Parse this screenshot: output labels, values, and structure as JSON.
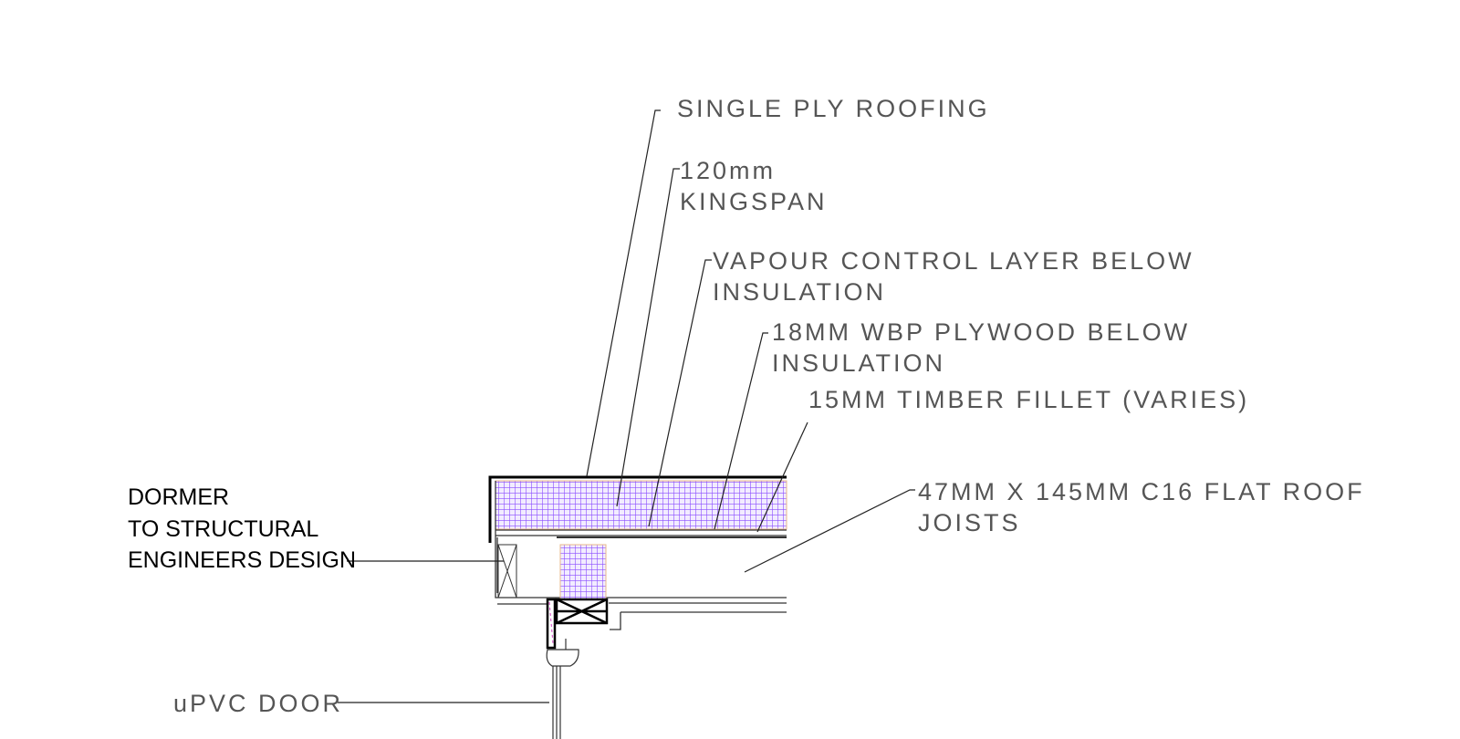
{
  "labels": {
    "single_ply": "SINGLE PLY ROOFING",
    "kingspan_1": "120mm",
    "kingspan_2": "KINGSPAN",
    "vcl_1": "VAPOUR CONTROL LAYER BELOW",
    "vcl_2": "INSULATION",
    "plywood_1": "18MM WBP PLYWOOD BELOW",
    "plywood_2": "INSULATION",
    "fillet": "15MM TIMBER FILLET (VARIES)",
    "joists_1": "47MM X 145MM C16 FLAT ROOF",
    "joists_2": "JOISTS",
    "dormer_1": "DORMER",
    "dormer_2": "TO STRUCTURAL",
    "dormer_3": "ENGINEERS DESIGN",
    "door": "uPVC DOOR"
  },
  "colors": {
    "insulation": "#8a4dff",
    "line": "#000000",
    "text": "#555555"
  }
}
